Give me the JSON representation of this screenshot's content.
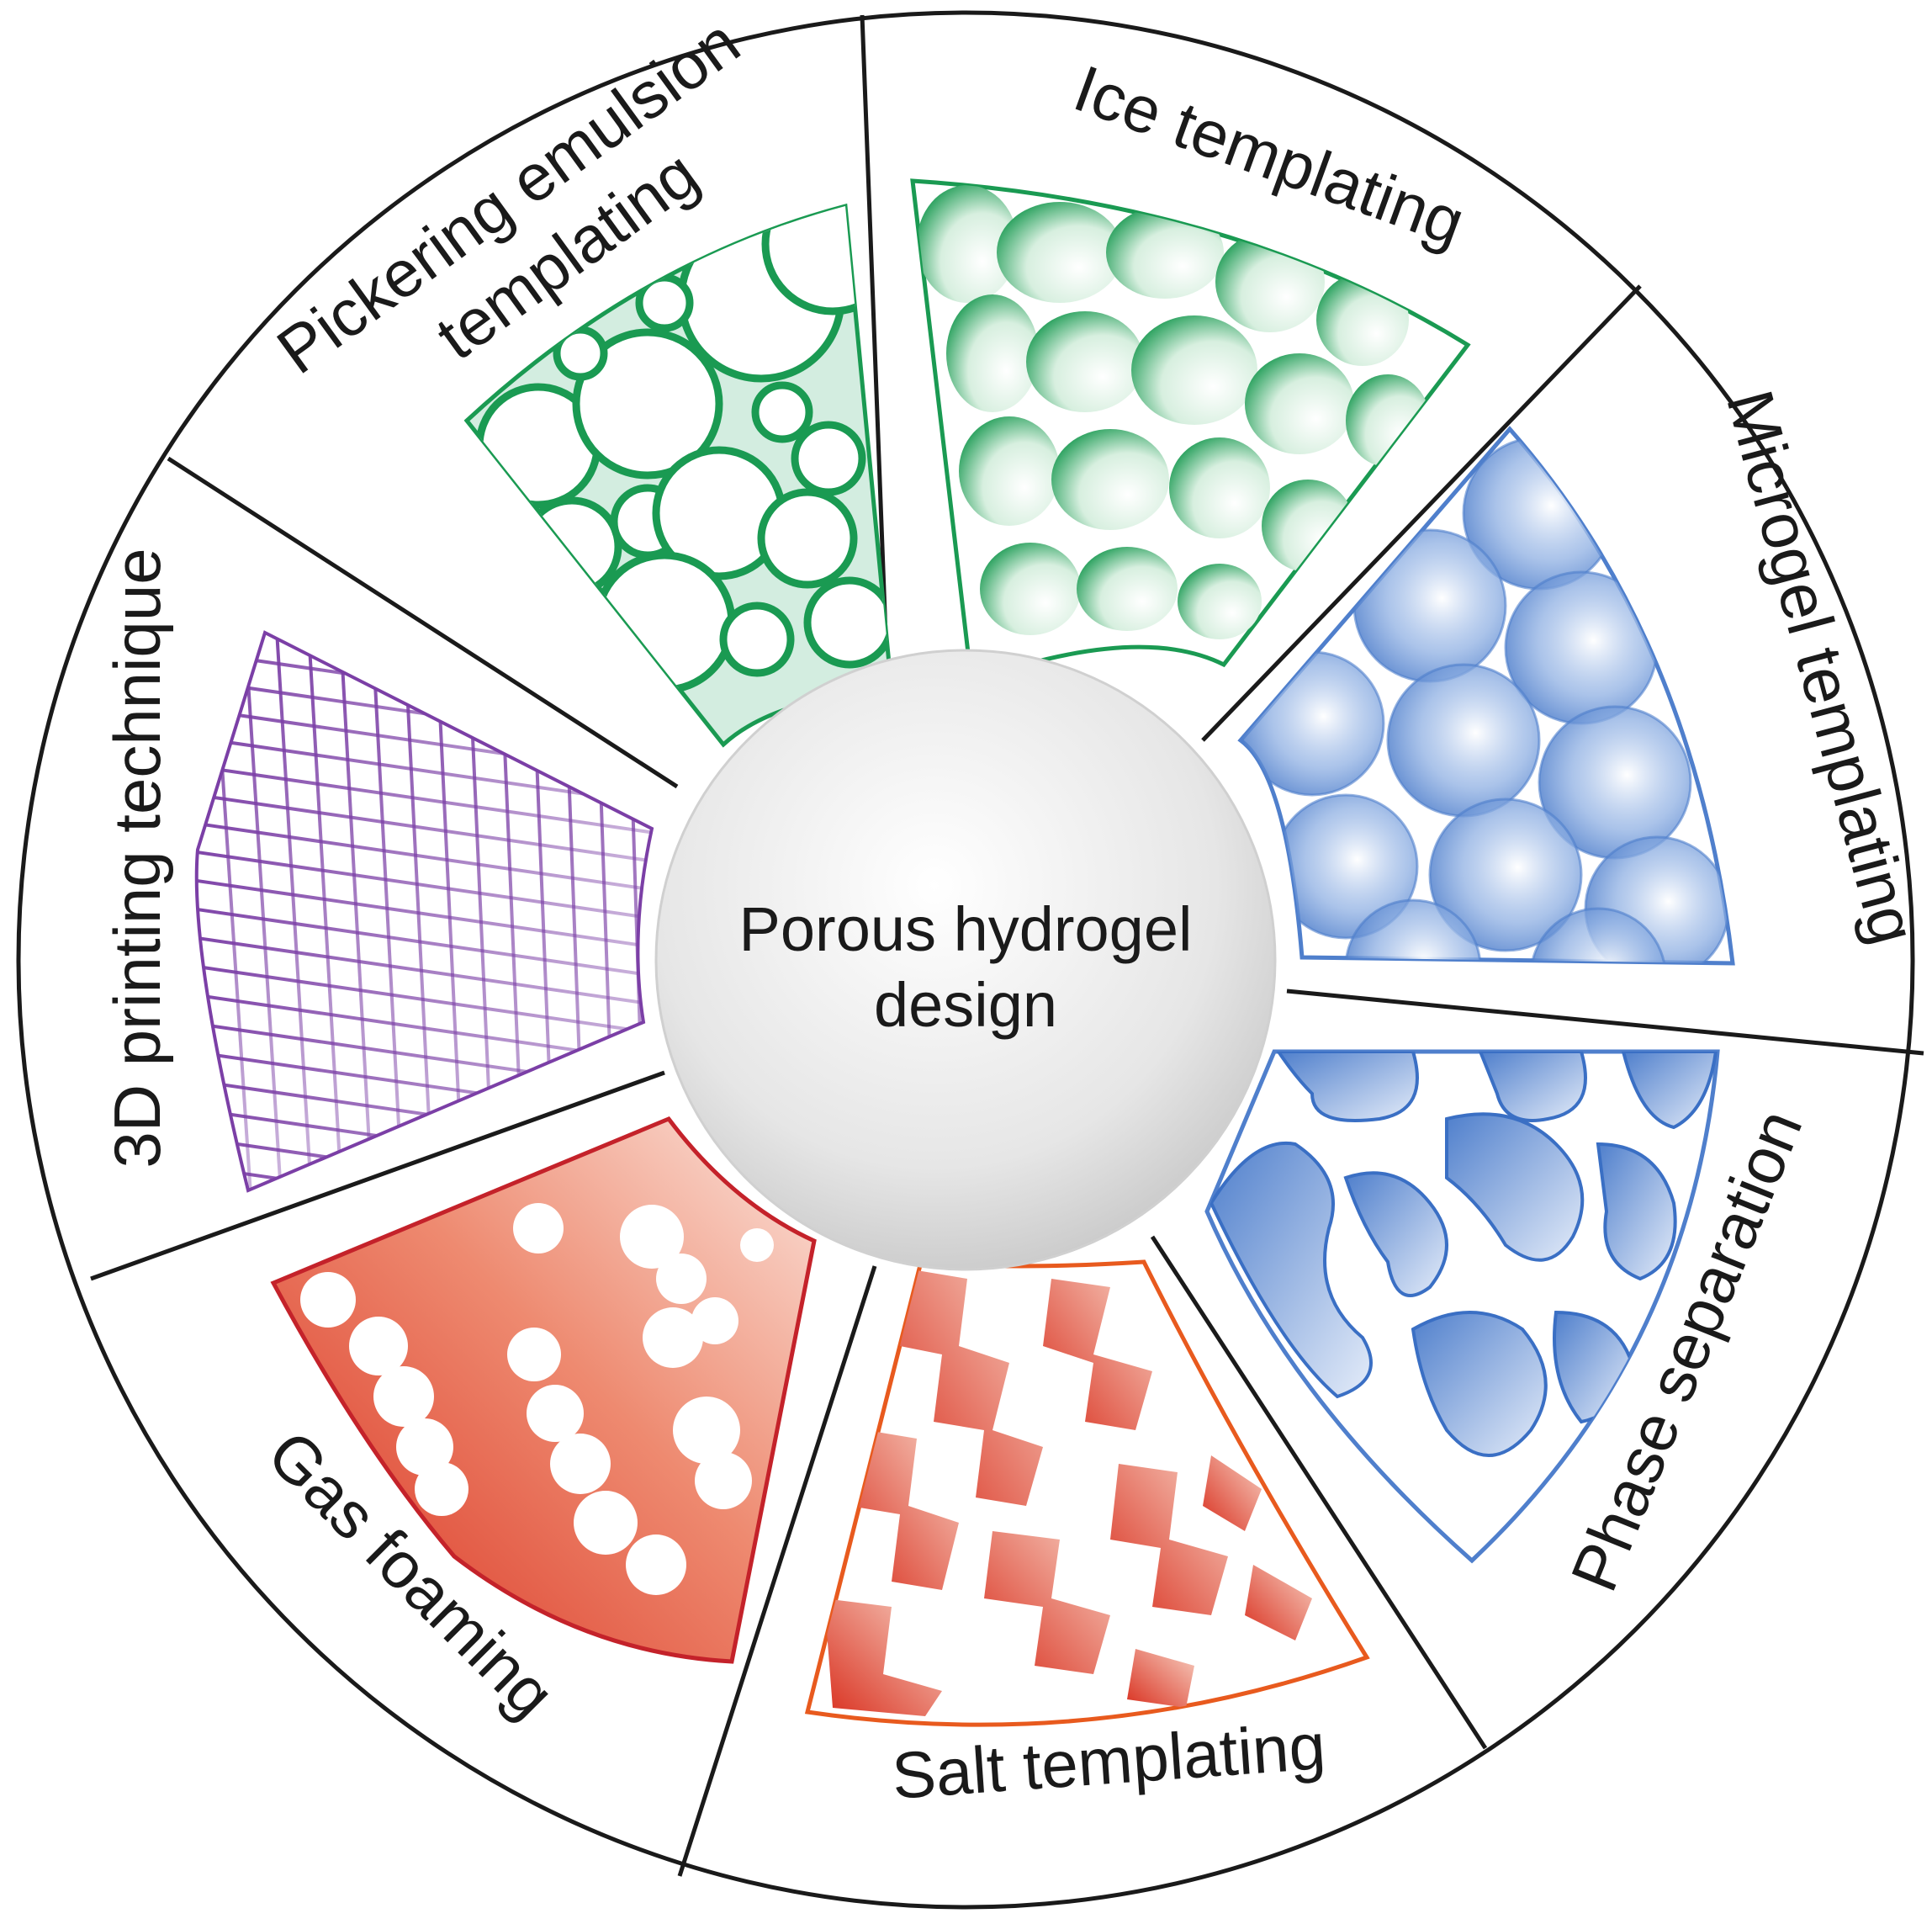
{
  "center": {
    "line1": "Porous hydrogel",
    "line2": "design"
  },
  "segments": [
    {
      "id": "pickering",
      "label_line1": "Pickering emulsion",
      "label_line2": "templating",
      "color": "#1a9a52",
      "pattern": "bubbles"
    },
    {
      "id": "ice",
      "label_line1": "Ice templating",
      "color": "#1a9a52",
      "pattern": "cells"
    },
    {
      "id": "microgel",
      "label_line1": "Microgel templating",
      "color": "#4f7fcc",
      "pattern": "spheres"
    },
    {
      "id": "phase",
      "label_line1": "Phase separation",
      "color": "#4f7fcc",
      "pattern": "blobs"
    },
    {
      "id": "salt",
      "label_line1": "Salt templating",
      "color": "#e04a2e",
      "pattern": "branches"
    },
    {
      "id": "gas",
      "label_line1": "Gas foaming",
      "color": "#d93a2b",
      "pattern": "pores"
    },
    {
      "id": "printing",
      "label_line1": "3D printing technique",
      "color": "#7b3fa6",
      "pattern": "grid"
    }
  ],
  "colors": {
    "green": "#1a9a52",
    "blue": "#4f7fcc",
    "red": "#e04a2e",
    "purple": "#7b3fa6",
    "outline": "#1a1a1a"
  }
}
